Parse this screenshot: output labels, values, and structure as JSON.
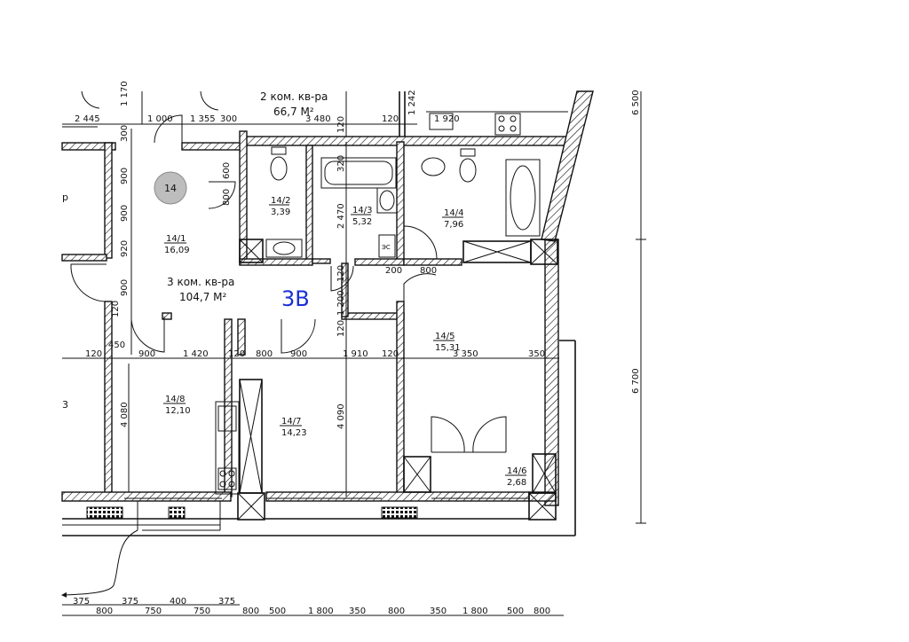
{
  "apartments": {
    "two_room": {
      "name": "2 ком. кв-ра",
      "area": "66,7 М²"
    },
    "three_room": {
      "name": "3 ком. кв-ра",
      "area": "104,7 М²"
    }
  },
  "section_label": "3В",
  "unit_badge": "14",
  "rooms": [
    {
      "number": "14/1",
      "area": "16,09"
    },
    {
      "number": "14/2",
      "area": "3,39"
    },
    {
      "number": "14/3",
      "area": "5,32"
    },
    {
      "number": "14/4",
      "area": "7,96"
    },
    {
      "number": "14/5",
      "area": "15,31"
    },
    {
      "number": "14/6",
      "area": "2,68"
    },
    {
      "number": "14/7",
      "area": "14,23"
    },
    {
      "number": "14/8",
      "area": "12,10"
    }
  ],
  "dimensions": {
    "top_row": [
      "2 445",
      "1 000",
      "1 355",
      "300",
      "3 480",
      "120",
      "1 920"
    ],
    "top_vertical": [
      "1 170",
      "1 242"
    ],
    "left_vertical": [
      "300",
      "900",
      "900",
      "920",
      "900",
      "120",
      "450"
    ],
    "inner_vertical": [
      "600",
      "800",
      "2 470",
      "120",
      "1 200",
      "120",
      "320",
      "120"
    ],
    "middle_row": [
      "120",
      "900",
      "1 420",
      "120",
      "800",
      "900",
      "1 910",
      "120",
      "3 350",
      "350"
    ],
    "door_widths": [
      "800",
      "200"
    ],
    "lower_vertical": [
      "4 080",
      "4 090"
    ],
    "right_vertical": [
      "6 500",
      "6 700"
    ],
    "bottom_upper": [
      "375",
      "375",
      "400",
      "375"
    ],
    "bottom_lower": [
      "800",
      "750",
      "750",
      "800",
      "500",
      "1 800",
      "350",
      "800",
      "350",
      "1 800",
      "500",
      "800"
    ]
  },
  "fragments": {
    "left_p": "р",
    "left_3": "3",
    "stove_mark": "ЭС"
  }
}
